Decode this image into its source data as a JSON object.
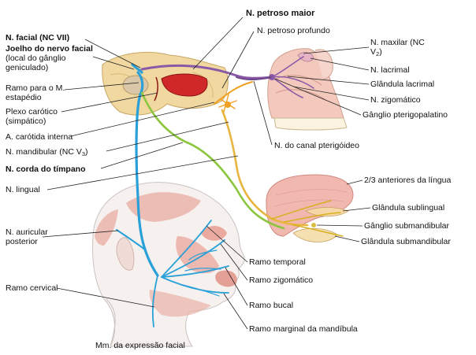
{
  "labels": {
    "petroso_maior": "N. petroso maior",
    "petroso_profundo": "N. petroso profundo",
    "facial_title": "N. facial (NC VII)",
    "joelho_bold": "Joelho do nervo facial",
    "joelho_rest": "(local do gânglio geniculado)",
    "ramo_estapedio": "Ramo para o M. estapédio",
    "plexo_carotico": "Plexo carótico (simpático)",
    "carotida_interna": "A. carótida interna",
    "mandibular_text": "N. mandibular (NC V",
    "mandibular_sub": "3",
    "corda_timpano": "N. corda do tímpano",
    "lingual": "N. lingual",
    "maxilar_text": "N. maxilar (NC V",
    "maxilar_sub": "2",
    "lacrimal": "N. lacrimal",
    "glandula_lacrimal": "Glândula lacrimal",
    "zigomatico_n": "N. zigomático",
    "ganglio_pterigopalatino": "Gânglio pterigopalatino",
    "canal_pterigoideo": "N. do canal pterigóideo",
    "dois_tercos_lingua": "2/3 anteriores da língua",
    "glandula_sublingual": "Glândula sublingual",
    "ganglio_submandibular": "Gânglio submandibular",
    "glandula_submandibular": "Glândula submandibular",
    "auricular_posterior": "N. auricular posterior",
    "ramo_cervical": "Ramo cervical",
    "ramo_temporal": "Ramo temporal",
    "ramo_zigomatico": "Ramo zigomático",
    "ramo_bucal": "Ramo bucal",
    "ramo_marginal": "Ramo marginal da mandíbula",
    "expressao_facial": "Mm. da expressão facial"
  },
  "colors": {
    "facial_nerve": "#2aa0d8",
    "parasympathetic": "#8a5aa8",
    "chorda_tympani": "#8cc63f",
    "mandibular_nerve": "#e8b640",
    "sympathetic": "#f0a020",
    "bone": "#f0d8a0",
    "muscle": "#e8a49a",
    "head_outline": "#cfcfcf",
    "artery": "#d02828"
  }
}
